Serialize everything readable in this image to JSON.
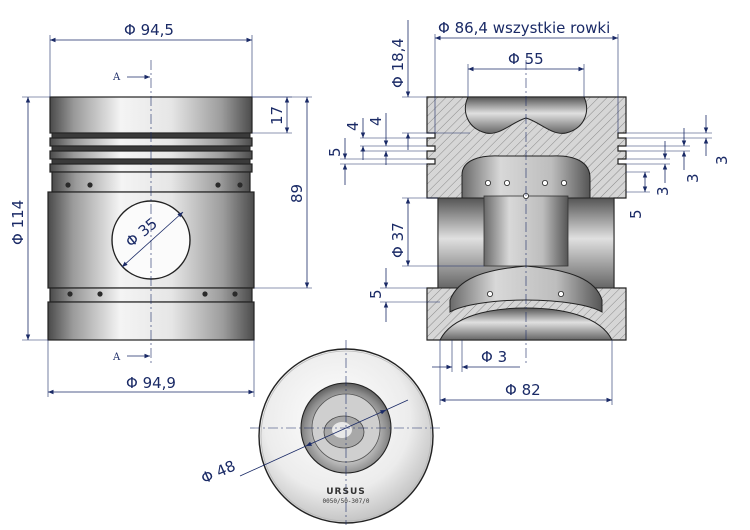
{
  "colors": {
    "dimension_line": "#1a2a66",
    "outline": "#222222",
    "hatch": "#888888",
    "metal_light": "#f2f2f2",
    "metal_dark": "#5a5a5a"
  },
  "side_view": {
    "top_diameter": "Φ 94,5",
    "bottom_diameter": "Φ 94,9",
    "total_height": "Φ 114",
    "crown_height": "17",
    "pin_axis_height": "89",
    "pin_bore": "Φ 35",
    "section_mark_top": "A",
    "section_mark_bottom": "A"
  },
  "section_view": {
    "groove_diameter": "Φ 86,4  wszystkie rowki",
    "bowl_depth": "Φ 18,4",
    "bowl_diameter": "Φ 55",
    "ring_land_1": "4",
    "ring_land_2": "4",
    "groove_height_left": "5",
    "groove_right_1": "3",
    "groove_right_2": "3",
    "groove_right_3": "3",
    "groove_right_4": "5",
    "pin_bore_diameter": "Φ 37",
    "lower_groove": "5",
    "lower_groove_width": "Φ 3",
    "skirt_inner_diameter": "Φ 82"
  },
  "top_view": {
    "bowl_diameter": "Φ 48",
    "stamp_brand": "URSUS",
    "stamp_code": "0050/50-307/0"
  }
}
